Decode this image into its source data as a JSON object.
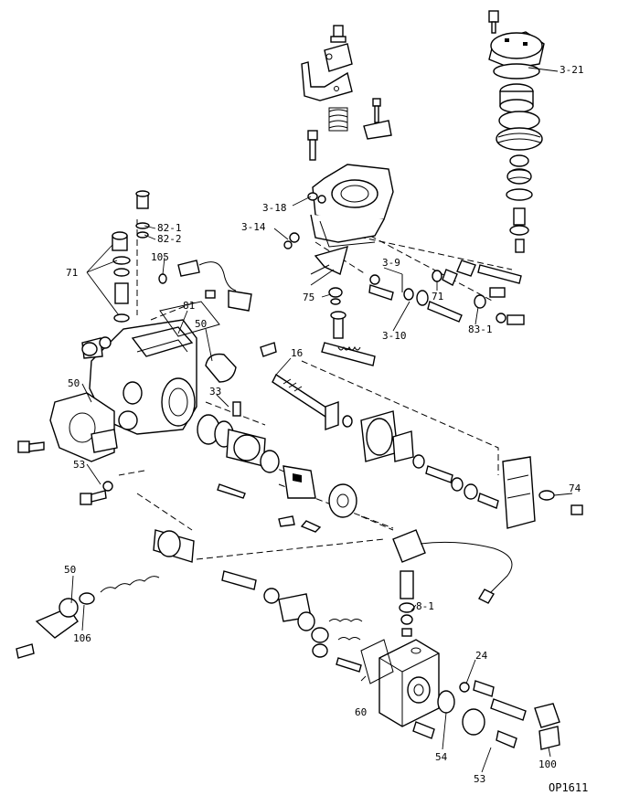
{
  "diagram": {
    "drawing_code": "OP1611",
    "callouts": [
      {
        "id": "c-3-21",
        "text": "3-21"
      },
      {
        "id": "c-3-18",
        "text": "3-18"
      },
      {
        "id": "c-3-14",
        "text": "3-14"
      },
      {
        "id": "c-82-1",
        "text": "82-1"
      },
      {
        "id": "c-82-2",
        "text": "82-2"
      },
      {
        "id": "c-105",
        "text": "105"
      },
      {
        "id": "c-71a",
        "text": "71"
      },
      {
        "id": "c-3-9",
        "text": "3-9"
      },
      {
        "id": "c-71b",
        "text": "71"
      },
      {
        "id": "c-75",
        "text": "75"
      },
      {
        "id": "c-83-1",
        "text": "83-1"
      },
      {
        "id": "c-3-10",
        "text": "3-10"
      },
      {
        "id": "c-81",
        "text": "81"
      },
      {
        "id": "c-50a",
        "text": "50"
      },
      {
        "id": "c-16",
        "text": "16"
      },
      {
        "id": "c-50b",
        "text": "50"
      },
      {
        "id": "c-33",
        "text": "33"
      },
      {
        "id": "c-53a",
        "text": "53"
      },
      {
        "id": "c-74",
        "text": "74"
      },
      {
        "id": "c-50c",
        "text": "50"
      },
      {
        "id": "c-106",
        "text": "106"
      },
      {
        "id": "c-8-1",
        "text": "8-1"
      },
      {
        "id": "c-24",
        "text": "24"
      },
      {
        "id": "c-60",
        "text": "60"
      },
      {
        "id": "c-54",
        "text": "54"
      },
      {
        "id": "c-53b",
        "text": "53"
      },
      {
        "id": "c-100",
        "text": "100"
      }
    ]
  }
}
